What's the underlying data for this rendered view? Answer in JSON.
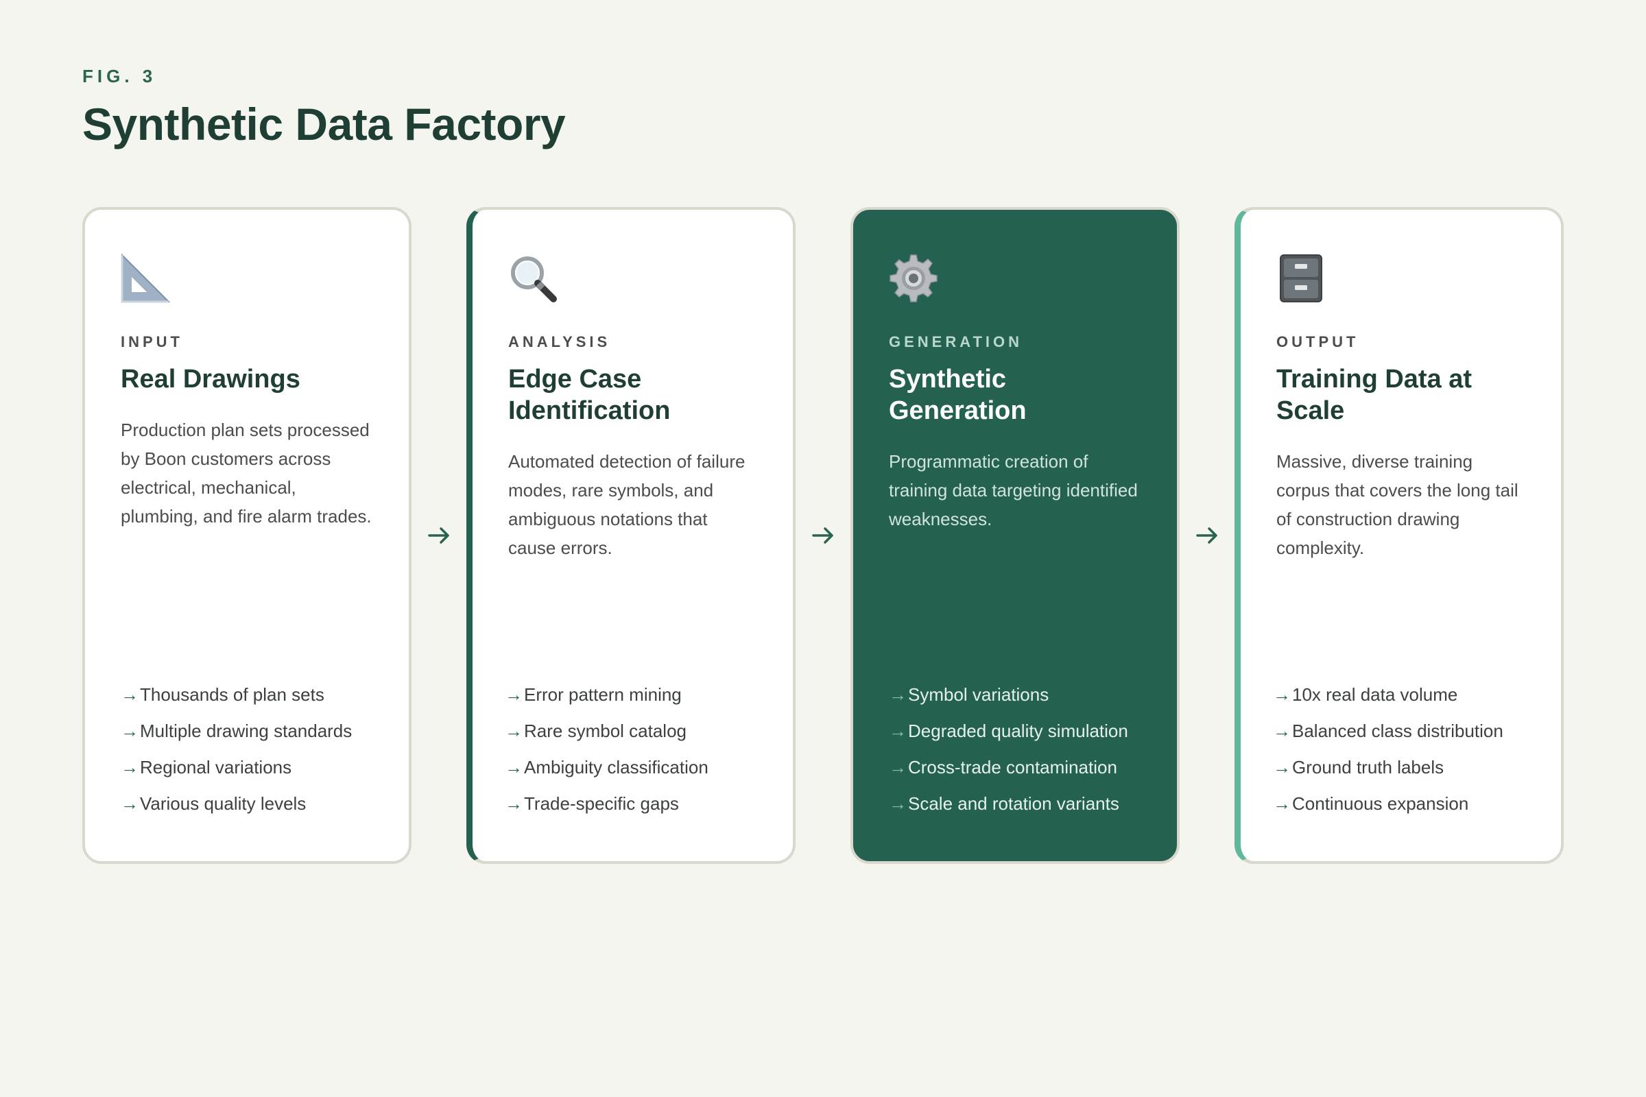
{
  "figure": {
    "label": "FIG. 3",
    "title": "Synthetic Data Factory"
  },
  "colors": {
    "background": "#f5f5f0",
    "brand_green": "#246150",
    "accent_light_green": "#5fb89a",
    "card_border": "#d8d8cc"
  },
  "connector_icon": "arrow-right-icon",
  "stages": [
    {
      "icon": "triangle-ruler-icon",
      "stage": "INPUT",
      "title": "Real Drawings",
      "description": "Production plan sets processed by Boon customers across electrical, mechanical, plumbing, and fire alarm trades.",
      "bullets": [
        "Thousands of plan sets",
        "Multiple drawing standards",
        "Regional variations",
        "Various quality levels"
      ]
    },
    {
      "icon": "magnifying-glass-icon",
      "stage": "ANALYSIS",
      "title": "Edge Case Identification",
      "description": "Automated detection of failure modes, rare symbols, and ambiguous notations that cause errors.",
      "bullets": [
        "Error pattern mining",
        "Rare symbol catalog",
        "Ambiguity classification",
        "Trade-specific gaps"
      ]
    },
    {
      "icon": "gear-icon",
      "stage": "GENERATION",
      "title": "Synthetic Generation",
      "description": "Programmatic creation of training data targeting identified weaknesses.",
      "bullets": [
        "Symbol variations",
        "Degraded quality simulation",
        "Cross-trade contamination",
        "Scale and rotation variants"
      ]
    },
    {
      "icon": "file-cabinet-icon",
      "stage": "OUTPUT",
      "title": "Training Data at Scale",
      "description": "Massive, diverse training corpus that covers the long tail of construction drawing complexity.",
      "bullets": [
        "10x real data volume",
        "Balanced class distribution",
        "Ground truth labels",
        "Continuous expansion"
      ]
    }
  ],
  "bullet_marker": "→"
}
